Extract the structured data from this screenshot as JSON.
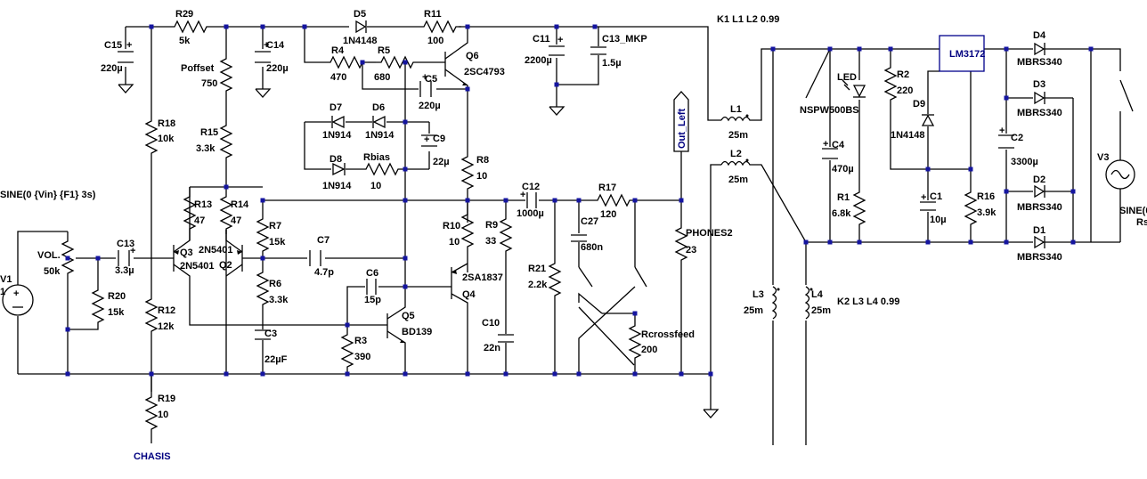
{
  "labels": {
    "R29": "R29",
    "R29v": "5k",
    "D5": "D5",
    "D5v": "1N4148",
    "R11": "R11",
    "R11v": "100",
    "coupling1": "K1 L1 L2 0.99",
    "C15": "C15",
    "C15v": "220µ",
    "C14": "C14",
    "C14v": "220µ",
    "Poffset": "Poffset",
    "Poffsetv": "750",
    "R4": "R4",
    "R4v": "470",
    "R5": "R5",
    "R5v": "680",
    "Q6": "Q6",
    "Q6v": "2SC4793",
    "C11": "C11",
    "C11v": "2200µ",
    "C13MKP": "C13_MKP",
    "C13MKPv": "1.5µ",
    "C5": "C5",
    "C5v": "220µ",
    "R18": "R18",
    "R18v": "10k",
    "R15": "R15",
    "R15v": "3.3k",
    "D7": "D7",
    "D7v": "1N914",
    "D6": "D6",
    "D6v": "1N914",
    "C9": "C9",
    "C9v": "22µ",
    "D8": "D8",
    "D8v": "1N914",
    "Rbias": "Rbias",
    "Rbiasv": "10",
    "R8": "R8",
    "R8v": "10",
    "sine1": "SINE(0 {Vin} {F1} 3s)",
    "R13": "R13",
    "R13v": "47",
    "R14": "R14",
    "R14v": "47",
    "Q2t": "2N5401",
    "Q2": "Q2",
    "Q3": "Q3",
    "Q3v": "2N5401",
    "R7": "R7",
    "R7v": "15k",
    "C7": "C7",
    "C7v": "4.7p",
    "C12": "C12",
    "C12v": "1000µ",
    "R17": "R17",
    "R17v": "120",
    "C27": "C27",
    "C27v": "680n",
    "R10": "R10",
    "R10v": "10",
    "R9": "R9",
    "R9v": "33",
    "PHONES2": "PHONES2",
    "PHONES2v": "23",
    "VOL": "VOL.",
    "VOLv": "50k",
    "C13": "C13",
    "C13v": "3.3µ",
    "R20": "R20",
    "R20v": "15k",
    "V1": "V1",
    "V1v": "1",
    "R6": "R6",
    "R6v": "3.3k",
    "C6": "C6",
    "C6v": "15p",
    "Q4v": "2SA1837",
    "Q4": "Q4",
    "R21": "R21",
    "R21v": "2.2k",
    "R12": "R12",
    "R12v": "12k",
    "Q5": "Q5",
    "Q5v": "BD139",
    "C3": "C3",
    "C3v": "22µF",
    "R3": "R3",
    "R3v": "390",
    "C10": "C10",
    "C10v": "22n",
    "Rcross": "Rcrossfeed",
    "Rcrossv": "200",
    "R19": "R19",
    "R19v": "10",
    "CHASIS": "CHASIS",
    "OutLeft": "Out_Left",
    "L1": "L1",
    "L1v": "25m",
    "L2": "L2",
    "L2v": "25m",
    "L3": "L3",
    "L3v": "25m",
    "L4": "L4",
    "L4v": "25m",
    "coupling2": "K2 L3 L4 0.99",
    "LED": "LED",
    "LEDv": "NSPW500BS",
    "R2": "R2",
    "R2v": "220",
    "D9": "D9",
    "D9v": "1N4148",
    "LM": "LM3172",
    "D4": "D4",
    "D4v": "MBRS340",
    "D3": "D3",
    "D3v": "MBRS340",
    "D2": "D2",
    "D2v": "MBRS340",
    "D1": "D1",
    "D1v": "MBRS340",
    "C4": "C4",
    "C4v": "470µ",
    "R1": "R1",
    "R1v": "6.8k",
    "C1": "C1",
    "C1v": "10µ",
    "R16": "R16",
    "R16v": "3.9k",
    "C2": "C2",
    "C2v": "3300µ",
    "V3": "V3",
    "sine3": "SINE(0",
    "sine3b": "Rs"
  }
}
